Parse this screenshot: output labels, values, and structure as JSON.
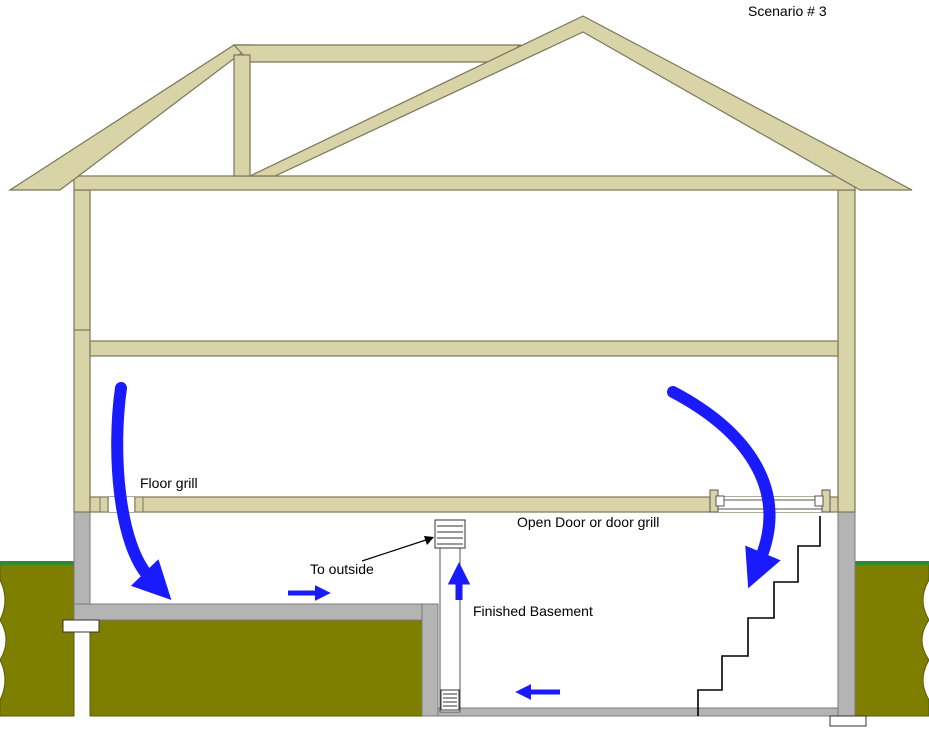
{
  "scenario_label": "Scenario # 3",
  "labels": {
    "floor_grill": "Floor grill",
    "open_door": "Open Door or door grill",
    "to_outside": "To outside",
    "finished_basement": "Finished Basement"
  },
  "colors": {
    "framing": "#d9d4a8",
    "framing_stroke": "#7a7658",
    "soil": "#7e7e00",
    "grass": "#2e8b2e",
    "concrete": "#b4b4b4",
    "airflow_arrow": "#1a1aff"
  },
  "icons": {
    "airflow": "curved-arrow-icon",
    "flow": "arrow-icon",
    "exhaust": "exhaust-vent-icon",
    "return_grill": "return-grill-icon"
  }
}
